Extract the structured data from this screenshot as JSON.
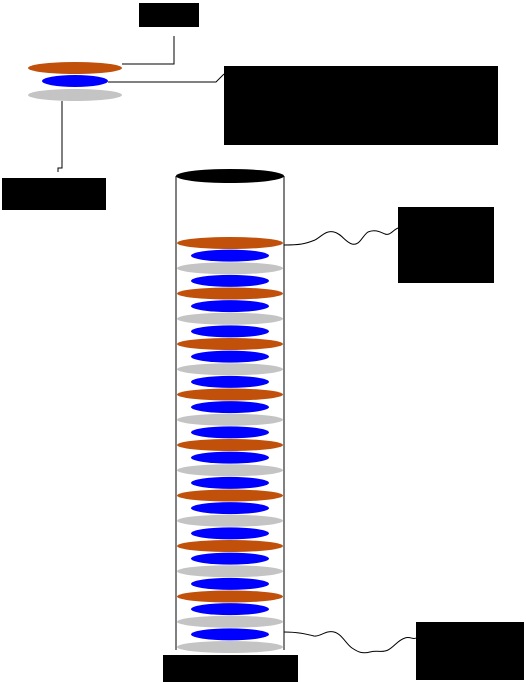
{
  "colors": {
    "background": "#ffffff",
    "label_box": "#000000",
    "connector_line": "#000000",
    "disc_orange": "#c0500a",
    "disc_blue": "#0000ff",
    "disc_gray": "#c4c4c4",
    "tube_outline": "#000000",
    "tube_cap": "#000000"
  },
  "labels": {
    "top_small": "",
    "right_large": "",
    "left_small": "",
    "right_upper": "",
    "right_lower": "",
    "bottom_center": ""
  },
  "legend_stack": {
    "discs": [
      "orange",
      "blue",
      "gray"
    ]
  },
  "tube": {
    "layer_pattern": [
      "orange",
      "blue",
      "gray",
      "blue"
    ],
    "repeat_count": 8,
    "final_layer": "gray"
  }
}
